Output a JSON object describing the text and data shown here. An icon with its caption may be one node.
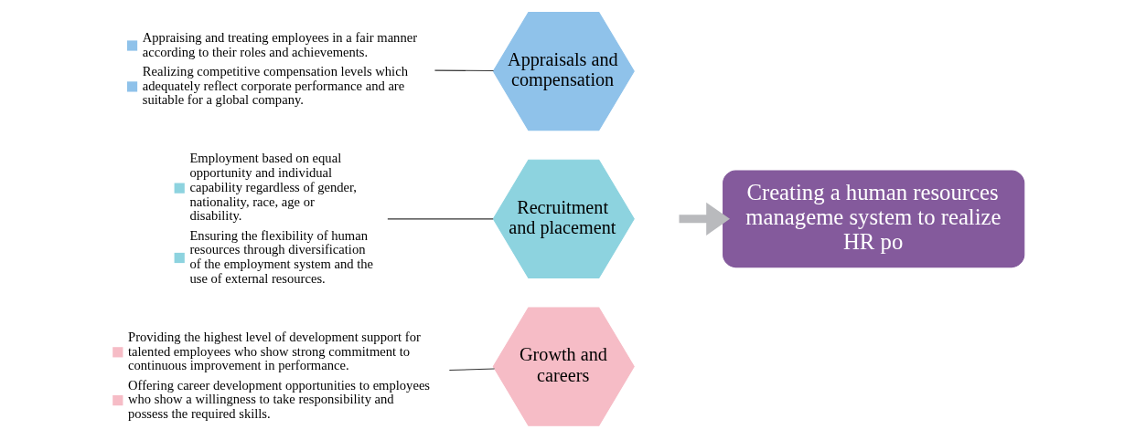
{
  "diagram": {
    "nodes": [
      {
        "text": [
          "Employment based on equal opportunity and individual capability regardless of gender, nationality, race, age or disability.",
          "Ensuring the flexibility of human resources through diversification of the employment system and the use of external resources."
        ]
      },
      {
        "text": [
          "Recruitment and placement"
        ]
      },
      {
        "text": [
          "Appraising and treating employees in a fair manner according to their roles and achievements.",
          "Realizing competitive compensation levels which adequately reflect corporate performance and are suitable for a global company."
        ]
      },
      {
        "text": [
          "Appraisals and compensation"
        ]
      },
      {
        "text": [
          "Growth and careers"
        ]
      },
      {
        "text": [
          "Providing the highest level of development support for talented employees who show strong commitment to continuous improvement in performance.",
          "Offering career development opportunities to employees who show a willingness to take responsibility and possess the required skills."
        ]
      },
      {
        "text": [
          "Creating a human resources manageme system to realize HR po"
        ]
      }
    ],
    "edges": [
      {
        "from": 0,
        "to": 1,
        "arrow": "none"
      },
      {
        "from": 2,
        "to": 3,
        "arrow": "none"
      },
      {
        "from": 5,
        "to": 4,
        "arrow": "none"
      },
      {
        "from": null,
        "to": 6,
        "arrow": "to",
        "style": "thick",
        "color": "#b9babd"
      }
    ]
  }
}
